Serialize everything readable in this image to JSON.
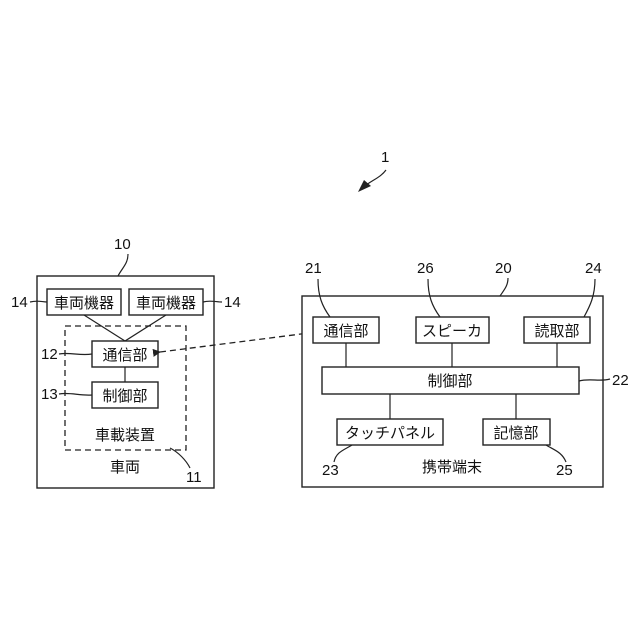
{
  "refs": {
    "system": "1",
    "vehicle": "10",
    "onboard_device": "11",
    "vehicle_comm": "12",
    "vehicle_control": "13",
    "vehicle_equipment": "14",
    "terminal": "20",
    "terminal_comm": "21",
    "terminal_control": "22",
    "touch_panel": "23",
    "reader": "24",
    "storage": "25",
    "speaker": "26"
  },
  "vehicle": {
    "label": "車両",
    "equipment_label": "車両機器",
    "onboard_device_label": "車載装置",
    "comm_label": "通信部",
    "control_label": "制御部"
  },
  "terminal": {
    "label": "携帯端末",
    "comm_label": "通信部",
    "speaker_label": "スピーカ",
    "reader_label": "読取部",
    "control_label": "制御部",
    "touch_panel_label": "タッチパネル",
    "storage_label": "記憶部"
  }
}
